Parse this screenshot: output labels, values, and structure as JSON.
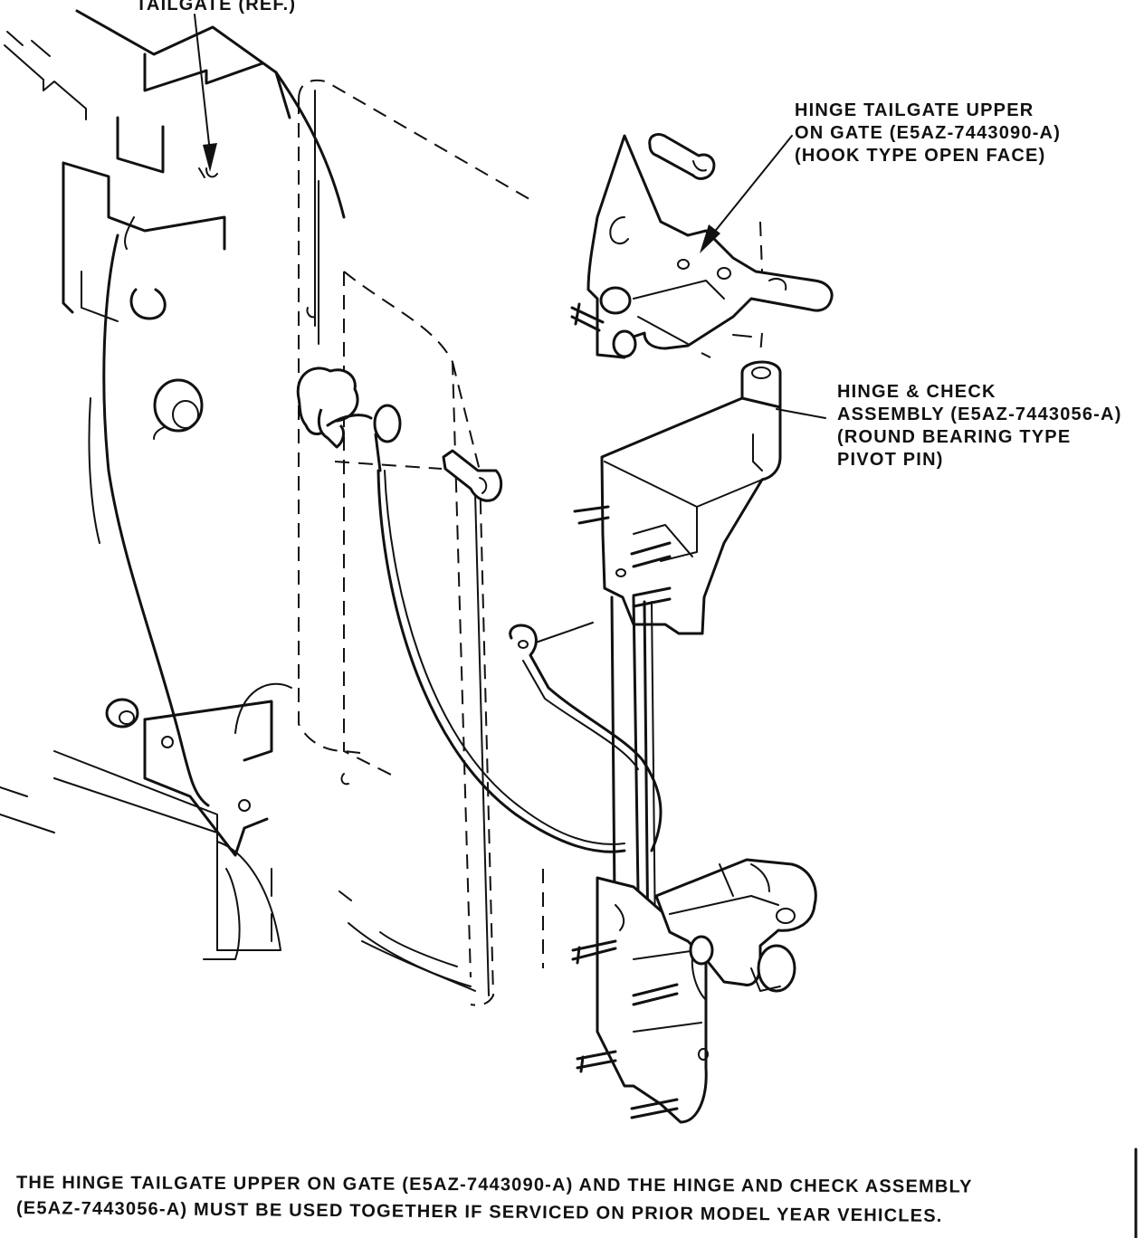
{
  "labels": {
    "tailgate": [
      "TAILGATE (REF.)"
    ],
    "upper_hinge": [
      "HINGE TAILGATE UPPER",
      "ON GATE (E5AZ-7443090-A)",
      "(HOOK TYPE OPEN FACE)"
    ],
    "check_assembly": [
      "HINGE & CHECK",
      "ASSEMBLY (E5AZ-7443056-A)",
      "(ROUND BEARING TYPE",
      "PIVOT PIN)"
    ]
  },
  "note": [
    "THE HINGE TAILGATE UPPER ON GATE (E5AZ-7443090-A) AND THE HINGE AND CHECK ASSEMBLY",
    "(E5AZ-7443056-A) MUST BE USED TOGETHER IF SERVICED ON PRIOR MODEL YEAR VEHICLES."
  ]
}
